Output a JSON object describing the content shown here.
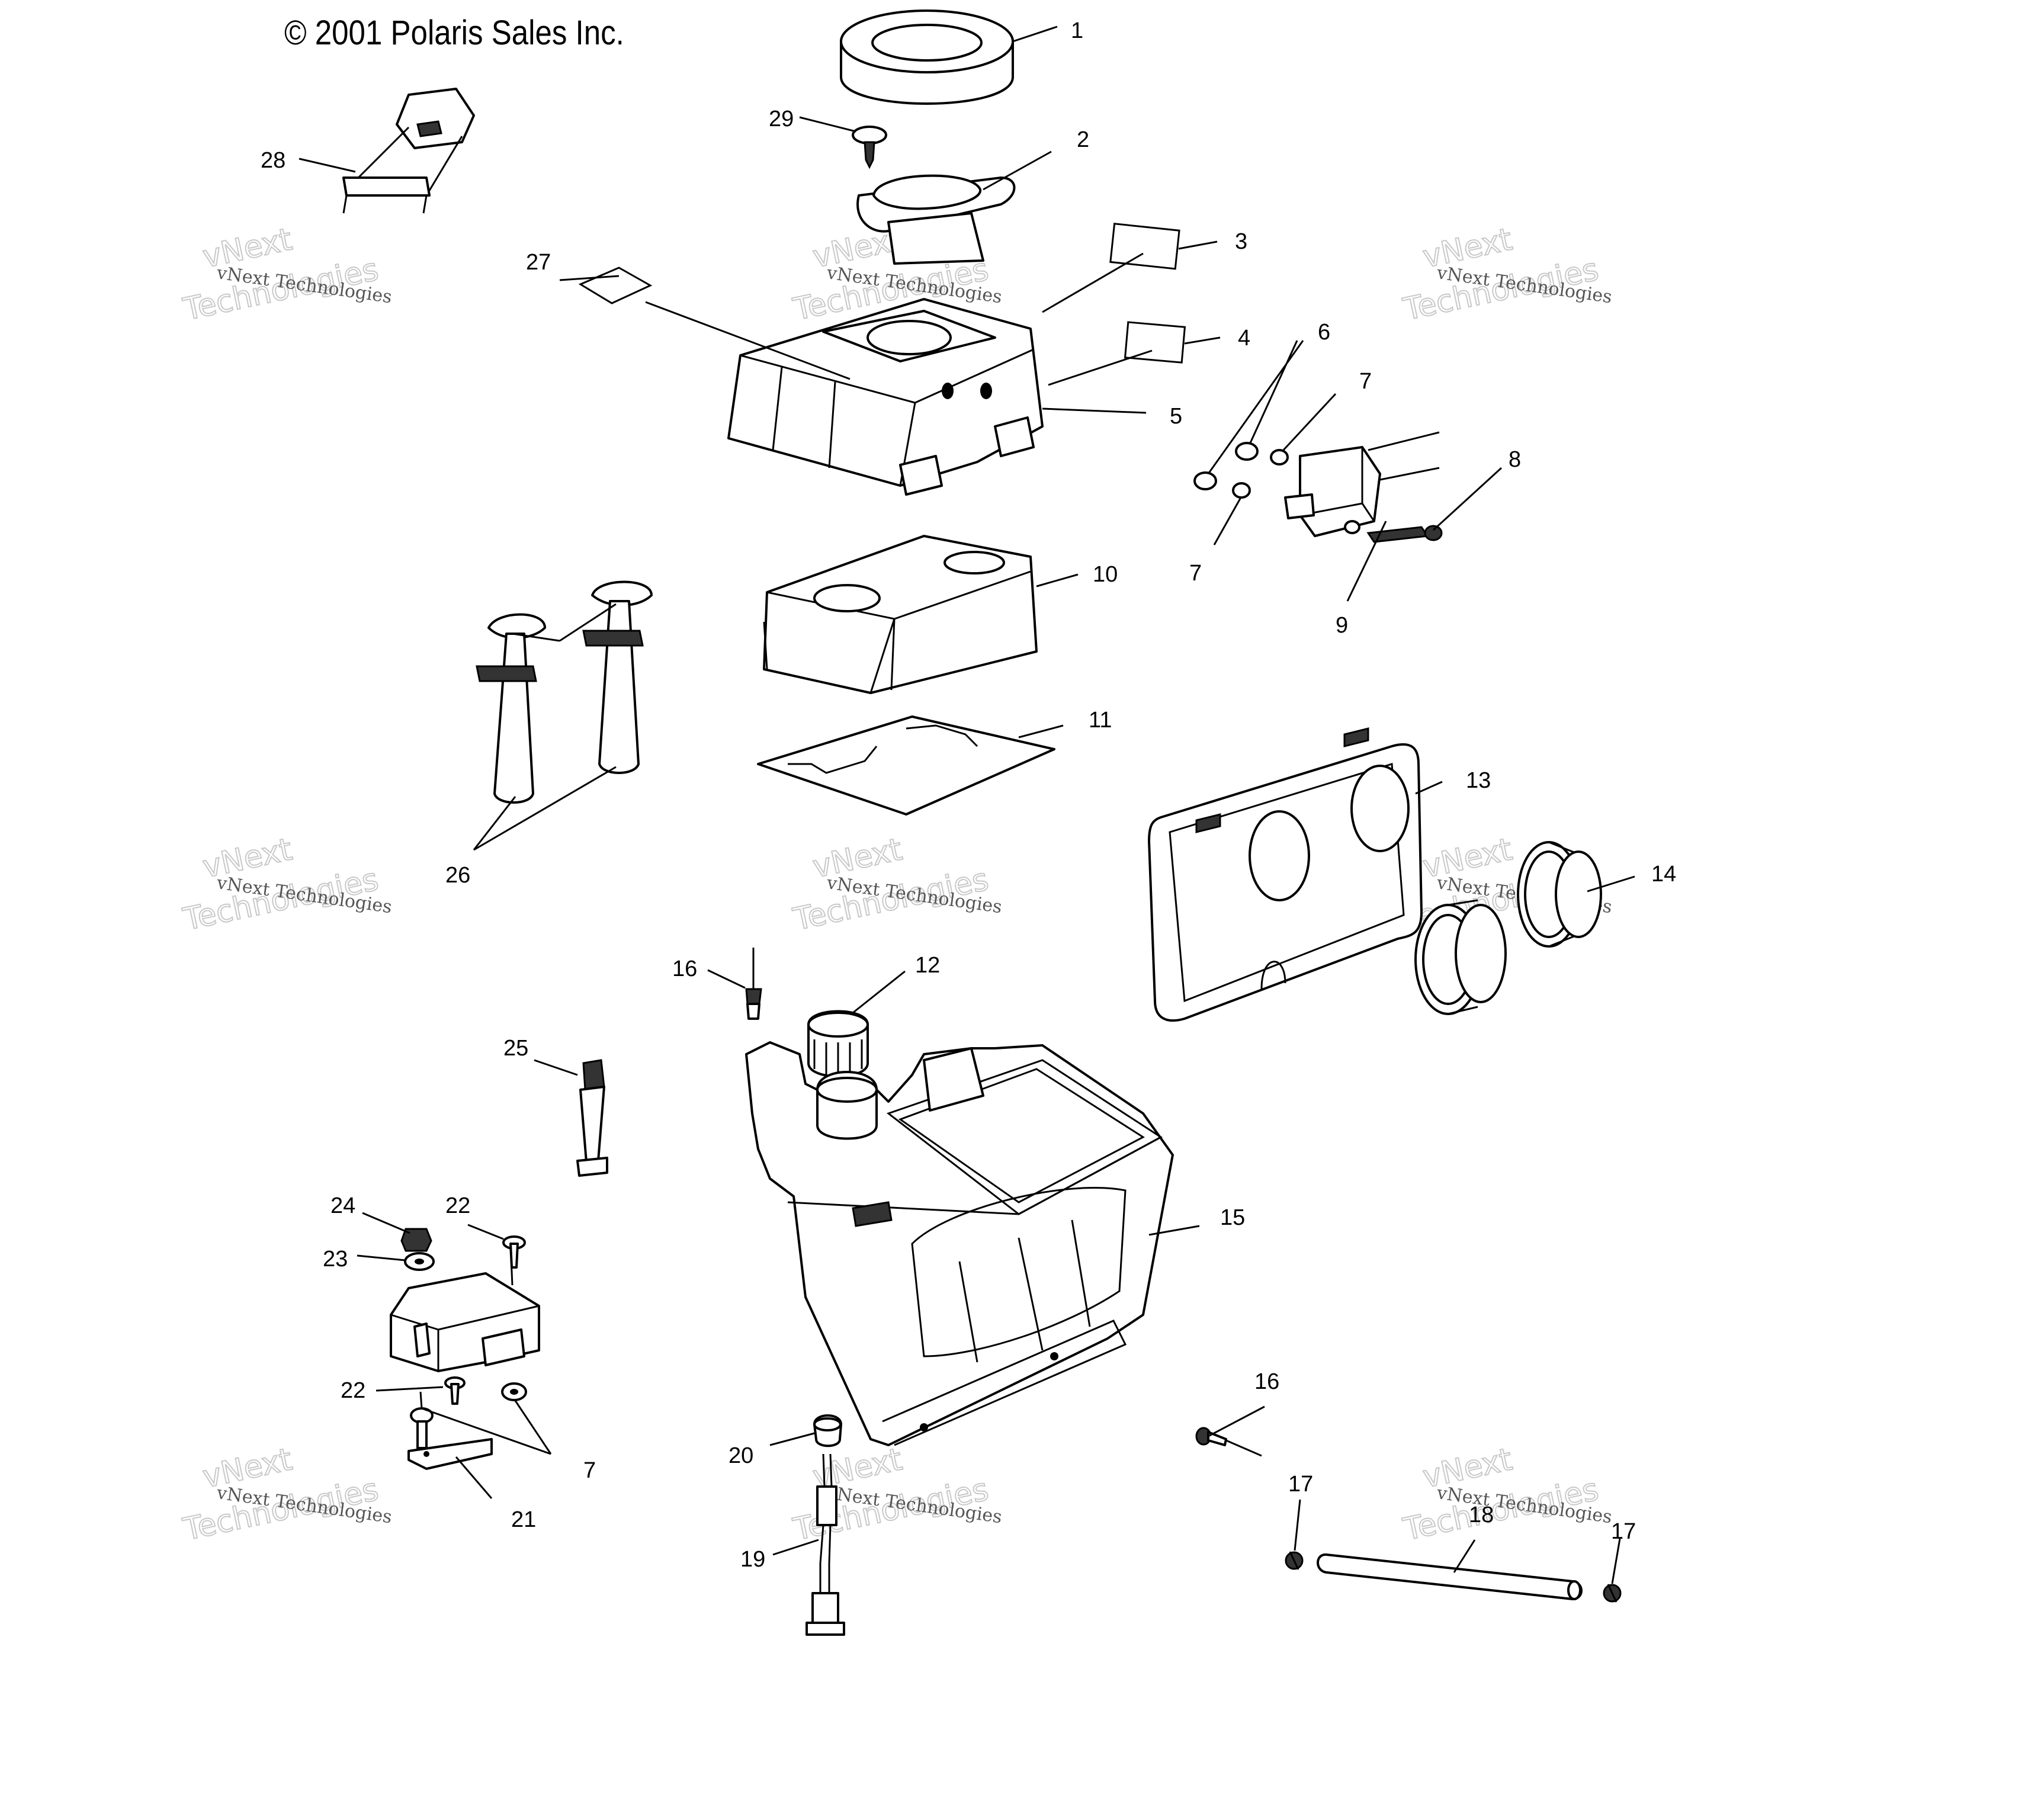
{
  "copyright": "© 2001 Polaris Sales Inc.",
  "watermark": {
    "line_small": "vNext Technologies",
    "line_big_1": "vNext",
    "line_big_2": "Technologies"
  },
  "callouts": {
    "c1": "1",
    "c2": "2",
    "c3": "3",
    "c4": "4",
    "c5": "5",
    "c6": "6",
    "c7a": "7",
    "c7b": "7",
    "c7c": "7",
    "c8": "8",
    "c9": "9",
    "c10": "10",
    "c11": "11",
    "c12": "12",
    "c13": "13",
    "c14": "14",
    "c15": "15",
    "c16a": "16",
    "c16b": "16",
    "c17a": "17",
    "c17b": "17",
    "c18": "18",
    "c19": "19",
    "c20": "20",
    "c21": "21",
    "c22a": "22",
    "c22b": "22",
    "c23": "23",
    "c24": "24",
    "c25": "25",
    "c26": "26",
    "c27": "27",
    "c28": "28",
    "c29": "29"
  }
}
